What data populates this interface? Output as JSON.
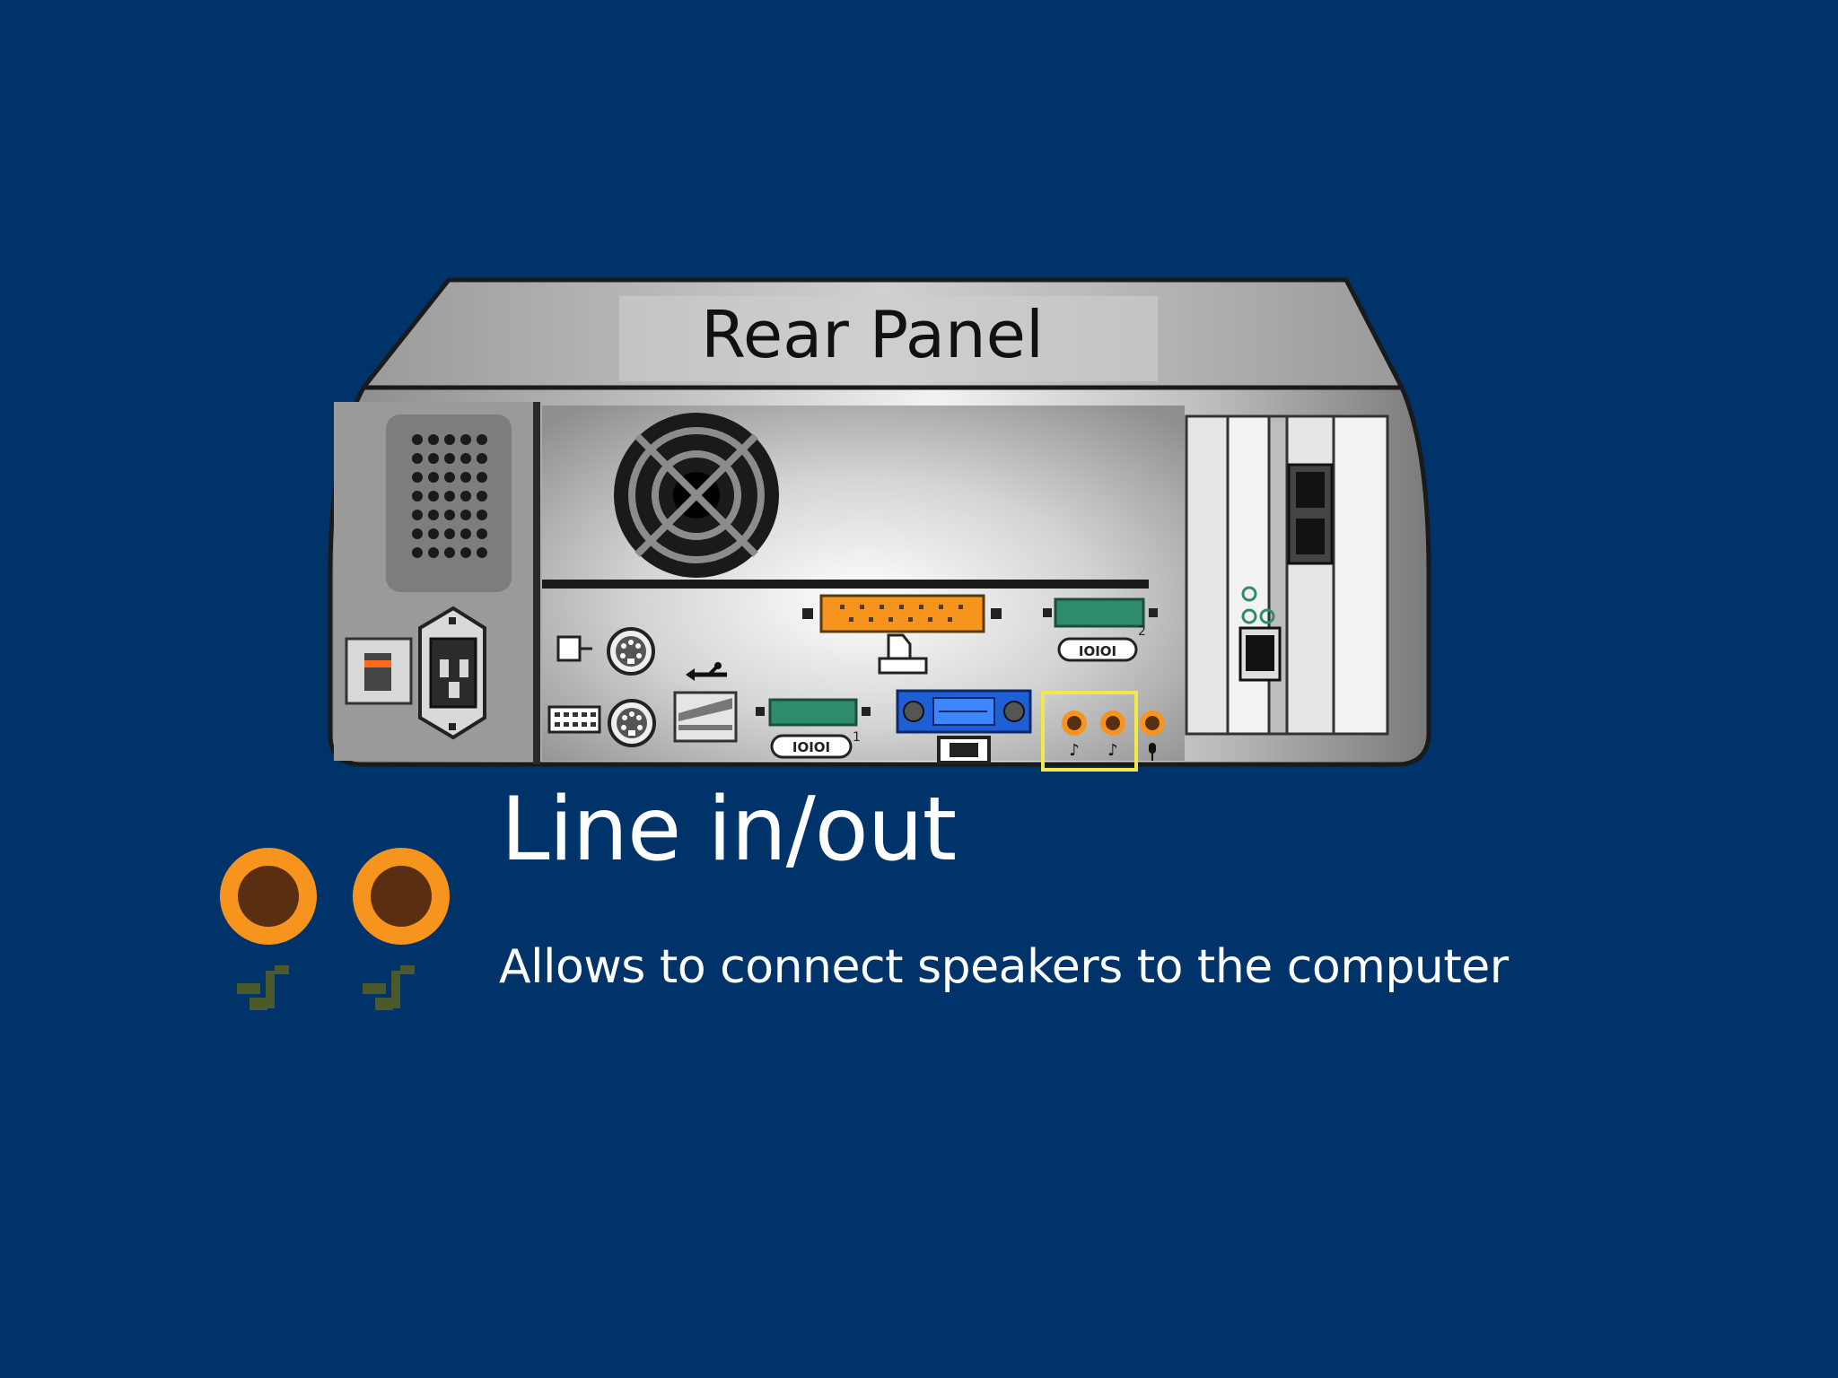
{
  "panel": {
    "title": "Rear Panel"
  },
  "labels": {
    "serial_text": "IOIOI",
    "port_number_1": "1",
    "port_number_2": "2"
  },
  "caption": {
    "title": "Line in/out",
    "description": "Allows to connect speakers to the computer"
  },
  "colors": {
    "background": "#00336a",
    "audio_jack": "#f7941d",
    "audio_jack_center": "#5a2e10",
    "highlight": "#f2e84a",
    "parallel_port": "#f7941d",
    "serial_port": "#2e8b6e",
    "vga_port": "#1f5fd6"
  }
}
